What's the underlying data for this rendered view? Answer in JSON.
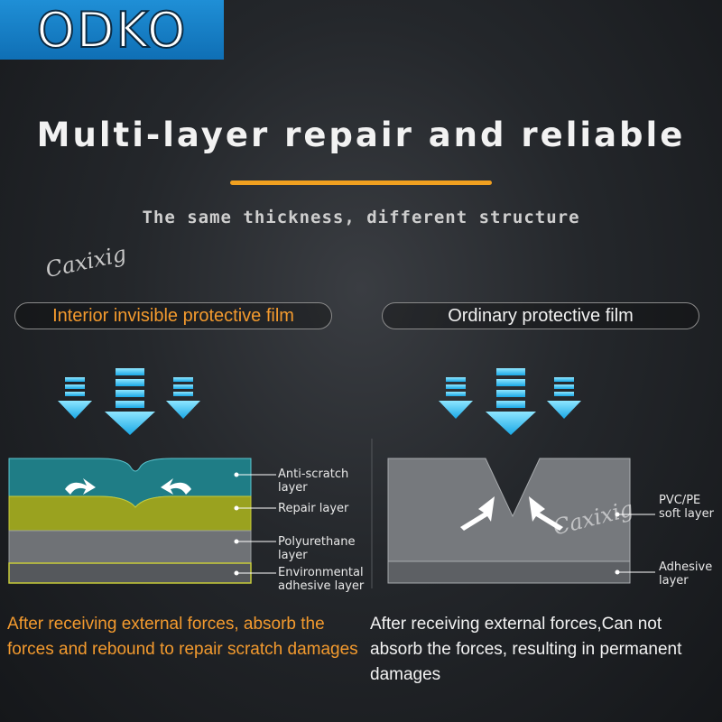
{
  "brand": {
    "logo_text": "ODKO"
  },
  "header": {
    "title": "Multi-layer repair and reliable",
    "subtitle": "The same thickness, different structure"
  },
  "watermark": {
    "text": "Caxixig"
  },
  "left_panel": {
    "pill_label": "Interior invisible protective film",
    "layers": [
      "Anti-scratch layer",
      "Repair layer",
      "Polyurethane layer",
      "Environmental adhesive layer"
    ],
    "description": "After receiving external forces, absorb the forces and rebound to repair scratch damages"
  },
  "right_panel": {
    "pill_label": "Ordinary protective film",
    "layers": [
      "PVC/PE soft layer",
      "Adhesive layer"
    ],
    "description": "After receiving external forces,Can not absorb the forces, resulting in permanent damages"
  },
  "colors": {
    "accent_orange": "#f39a2e",
    "arrow_cyan": "#2fc4f0",
    "anti_scratch_teal": "#1f7d86",
    "repair_yellow": "#9aa21f",
    "polyurethane_gray": "#6f7276",
    "logo_blue": "#1280c8"
  }
}
